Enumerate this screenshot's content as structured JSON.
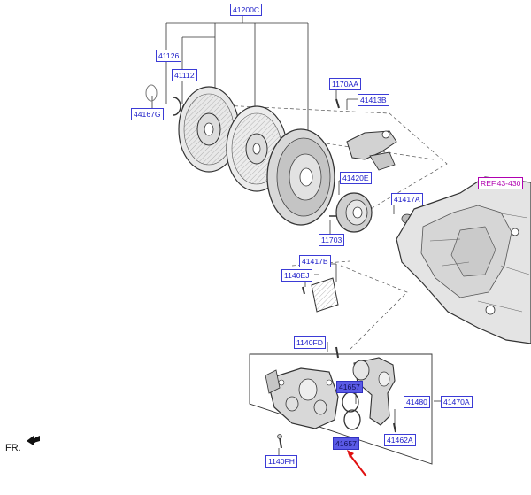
{
  "diagram": {
    "labels": [
      {
        "id": "l41200c",
        "text": "41200C"
      },
      {
        "id": "l41126",
        "text": "41126"
      },
      {
        "id": "l41112",
        "text": "41112"
      },
      {
        "id": "l44167g",
        "text": "44167G"
      },
      {
        "id": "l1170aa",
        "text": "1170AA"
      },
      {
        "id": "l41413b",
        "text": "41413B"
      },
      {
        "id": "l41420e",
        "text": "41420E"
      },
      {
        "id": "l41417a",
        "text": "41417A"
      },
      {
        "id": "l11703",
        "text": "11703"
      },
      {
        "id": "lref",
        "text": "REF.43-430"
      },
      {
        "id": "l41417b",
        "text": "41417B"
      },
      {
        "id": "l1140ej",
        "text": "1140EJ"
      },
      {
        "id": "l1140fd",
        "text": "1140FD"
      },
      {
        "id": "l41657a",
        "text": "41657"
      },
      {
        "id": "l41480",
        "text": "41480"
      },
      {
        "id": "l41470a",
        "text": "41470A"
      },
      {
        "id": "l41462a",
        "text": "41462A"
      },
      {
        "id": "l41657b",
        "text": "41657"
      },
      {
        "id": "l1140fh",
        "text": "1140FH"
      }
    ],
    "orientation_label": "FR.",
    "colors": {
      "label_text": "#1a1ac8",
      "label_border": "#3b3bd6",
      "highlight_fill": "#5a5ae6",
      "ref_color": "#b000b0",
      "arrow": "#e01010",
      "line": "#333333"
    }
  }
}
